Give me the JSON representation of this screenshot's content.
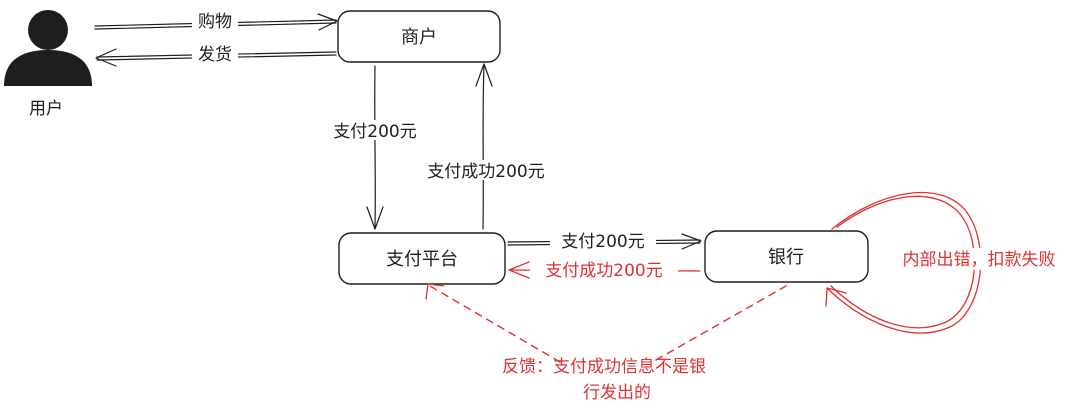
{
  "nodes": {
    "user": "用户",
    "merchant": "商户",
    "platform": "支付平台",
    "bank": "银行"
  },
  "edges": {
    "buy": "购物",
    "ship": "发货",
    "pay_to_platform": "支付200元",
    "success_to_merchant": "支付成功200元",
    "pay_to_bank": "支付200元",
    "success_from_bank": "支付成功200元",
    "bank_error": "内部出错，扣款失败"
  },
  "annotation": {
    "line1": "反馈：支付成功信息不是银",
    "line2": "行发出的"
  },
  "colors": {
    "ink": "#1e1e1e",
    "alert": "#e03131"
  },
  "icons": [
    "user-icon"
  ]
}
